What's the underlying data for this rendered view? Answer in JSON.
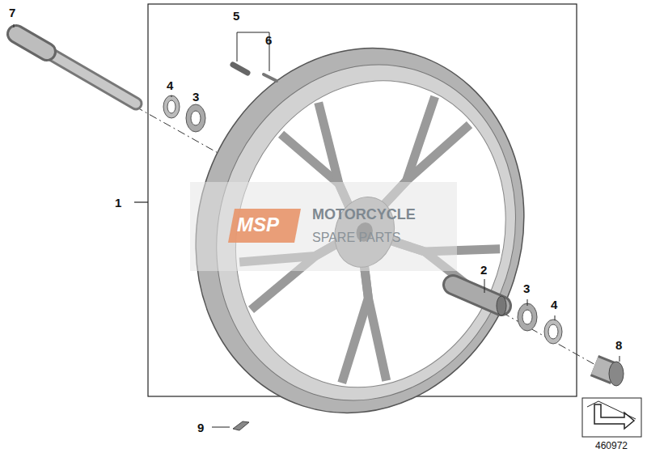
{
  "diagram": {
    "labels": [
      "7",
      "5",
      "6",
      "4",
      "3",
      "1",
      "2",
      "3",
      "4",
      "8",
      "9",
      "MSP",
      "MOTORCYCLE",
      "SPARE PARTS",
      "460972"
    ]
  }
}
